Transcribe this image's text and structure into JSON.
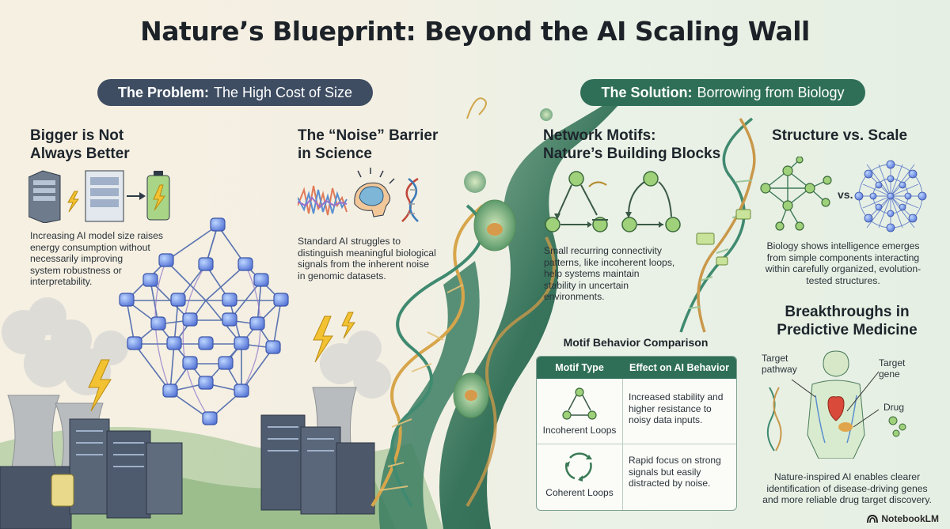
{
  "title": "Nature’s Blueprint: Beyond the AI Scaling Wall",
  "problem_pill": {
    "bold": "The Problem:",
    "text": "The High Cost of Size"
  },
  "solution_pill": {
    "bold": "The Solution:",
    "text": "Borrowing from Biology"
  },
  "bigger": {
    "title_line1": "Bigger is Not",
    "title_line2": "Always Better",
    "body": [
      "Increasing AI model size raises",
      "energy consumption without",
      "necessarily improving",
      "system robustness or",
      "interpretability."
    ]
  },
  "noise": {
    "title_line1": "The “Noise” Barrier",
    "title_line2": "in Science",
    "body": [
      "Standard AI struggles to",
      "distinguish meaningful biological",
      "signals from the inherent noise",
      "in genomic datasets."
    ]
  },
  "motifs": {
    "title_line1": "Network Motifs:",
    "title_line2": "Nature’s Building Blocks",
    "body": [
      "Small recurring connectivity",
      "patterns, like incoherent loops,",
      "help systems maintain",
      "stability in uncertain",
      "environments."
    ]
  },
  "structure": {
    "title": "Structure vs. Scale",
    "vs": "vs.",
    "body": [
      "Biology shows intelligence emerges",
      "from simple components interacting",
      "within carefully organized, evolution-",
      "tested structures."
    ]
  },
  "medicine": {
    "title_line1": "Breakthroughs in",
    "title_line2": "Predictive Medicine",
    "label_pathway_1": "Target",
    "label_pathway_2": "pathway",
    "label_gene_1": "Target",
    "label_gene_2": "gene",
    "label_drug": "Drug",
    "body": [
      "Nature-inspired AI enables clearer",
      "identification of disease-driving genes",
      "and more reliable drug target discovery."
    ]
  },
  "table": {
    "title": "Motif Behavior Comparison",
    "headers": [
      "Motif Type",
      "Effect on AI Behavior"
    ],
    "rows": [
      {
        "type": "Incoherent Loops",
        "effect": [
          "Increased stability and",
          "higher resistance to",
          "noisy data inputs."
        ]
      },
      {
        "type": "Coherent Loops",
        "effect": [
          "Rapid focus on strong",
          "signals but easily",
          "distracted by noise."
        ]
      }
    ]
  },
  "brand": "NotebookLM",
  "colors": {
    "problem": "#3e4d62",
    "solution": "#2f6f58",
    "node": "#6b8fe0",
    "wire": "#3d5fa8"
  }
}
